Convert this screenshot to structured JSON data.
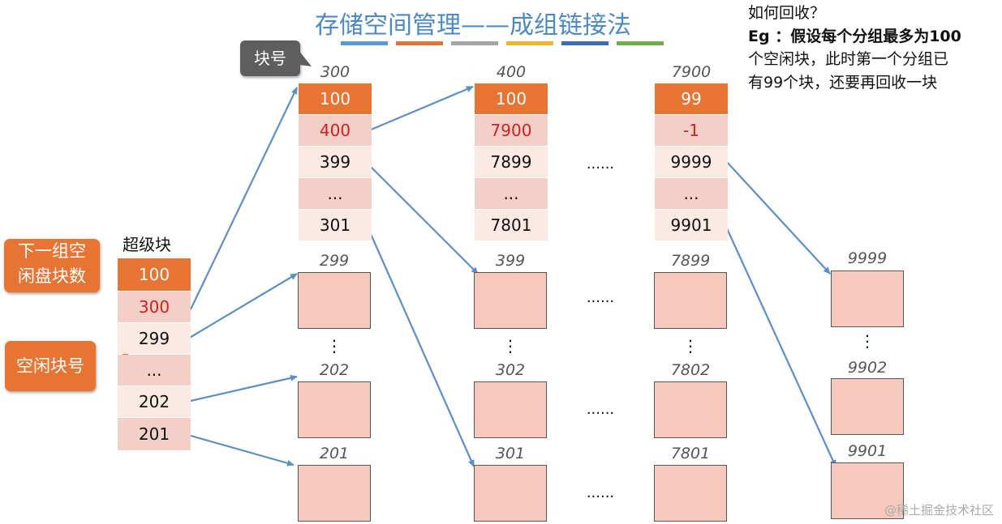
{
  "title": "存储空间管理——成组链接法",
  "accent_bars": [
    "#5b9bd5",
    "#e0733a",
    "#a5a5a5",
    "#f2b233",
    "#3e6db5",
    "#70ad47"
  ],
  "note": {
    "line1": "如何回收？",
    "line2": "Eg ：假设每个分组最多为100",
    "line3": "个空闲块，此时第一个分组已",
    "line4": "有99个块，还要再回收一块"
  },
  "labels": {
    "block_number_tag": "块号",
    "superblock": "超级块",
    "next_group_count_l1": "下一组空",
    "next_group_count_l2": "闲盘块数",
    "free_block_number": "空闲块号",
    "hdots": "......",
    "vdots": "⋮"
  },
  "superblock": [
    "100",
    "300",
    "299",
    "...",
    "202",
    "201"
  ],
  "groups": [
    {
      "label": "300",
      "cells": [
        "100",
        "400",
        "399",
        "...",
        "301"
      ]
    },
    {
      "label": "400",
      "cells": [
        "100",
        "7900",
        "7899",
        "...",
        "7801"
      ]
    },
    {
      "label": "7900",
      "cells": [
        "99",
        "-1",
        "9999",
        "...",
        "9901"
      ]
    }
  ],
  "block_columns": [
    [
      "299",
      "202",
      "201"
    ],
    [
      "399",
      "302",
      "301"
    ],
    [
      "7899",
      "7802",
      "7801"
    ],
    [
      "9999",
      "9902",
      "9901"
    ]
  ],
  "watermark": "@稀土掘金技术社区",
  "colors": {
    "title": "#4a8ac9",
    "arrow": "#5b8fc7",
    "orange": "#e87434",
    "red": "#d02020"
  }
}
